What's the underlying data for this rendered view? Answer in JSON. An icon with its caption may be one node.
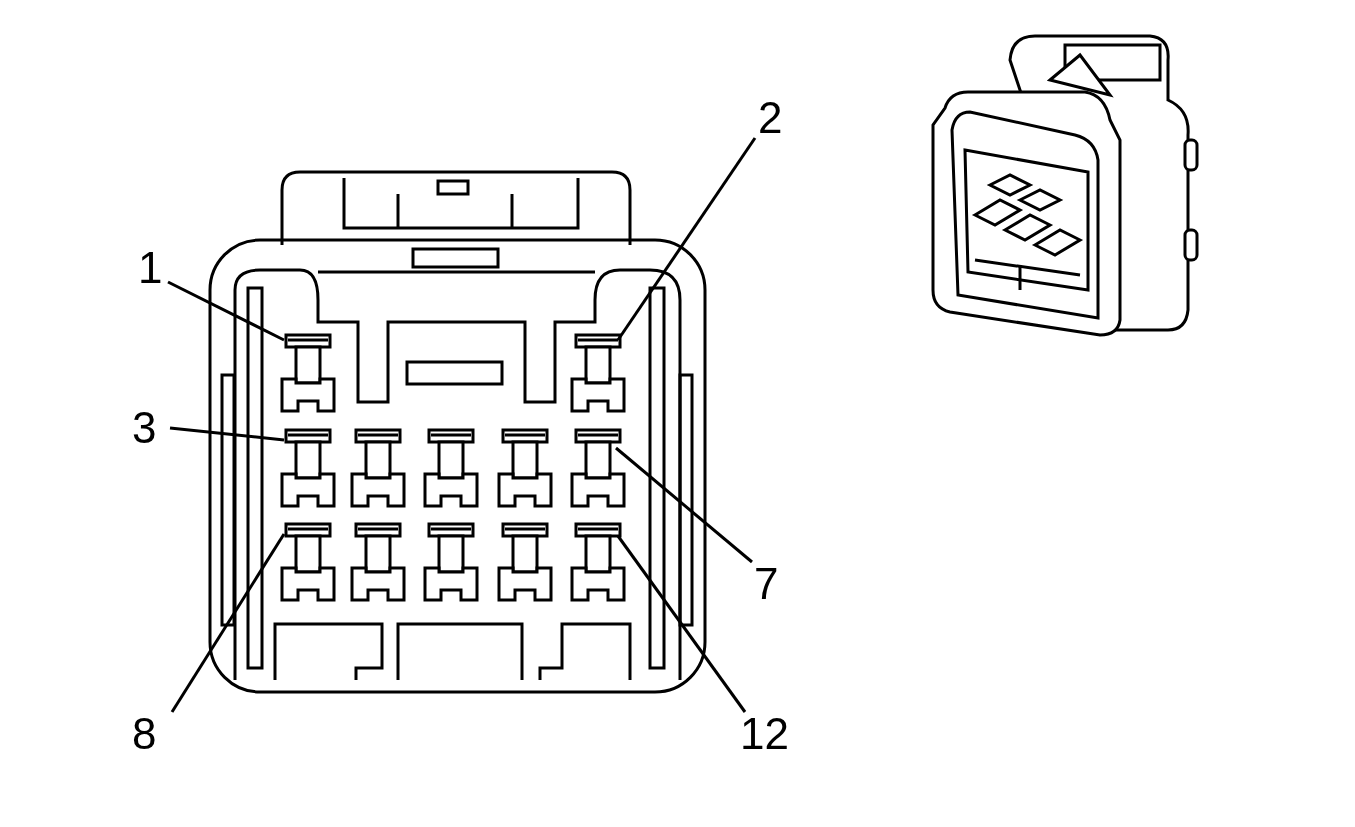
{
  "diagram": {
    "nodes": [
      {
        "text": [
          "1"
        ]
      },
      {
        "text": [
          "2"
        ]
      },
      {
        "text": [
          "3"
        ]
      },
      {
        "text": [
          "7"
        ]
      },
      {
        "text": [
          "8"
        ]
      },
      {
        "text": [
          "12"
        ]
      },
      {
        "text": [],
        "shape": "box"
      },
      {
        "text": [],
        "shape": "box"
      },
      {
        "text": [],
        "shape": "box"
      },
      {
        "text": [],
        "shape": "box"
      },
      {
        "text": [],
        "shape": "box"
      },
      {
        "text": [],
        "shape": "box"
      },
      {
        "text": [],
        "shape": "box"
      },
      {
        "text": [],
        "shape": "box"
      },
      {
        "text": [],
        "shape": "box"
      },
      {
        "text": [],
        "shape": "box"
      },
      {
        "text": [],
        "shape": "box"
      },
      {
        "text": [],
        "shape": "box"
      }
    ],
    "edges": [
      {
        "from": 0,
        "to": 6,
        "arrow": "none"
      },
      {
        "from": 1,
        "to": 7,
        "arrow": "none"
      },
      {
        "from": 2,
        "to": 8,
        "arrow": "none"
      },
      {
        "from": 3,
        "to": 12,
        "arrow": "none"
      },
      {
        "from": 4,
        "to": 13,
        "arrow": "none"
      },
      {
        "from": 5,
        "to": 17,
        "arrow": "none"
      }
    ]
  }
}
